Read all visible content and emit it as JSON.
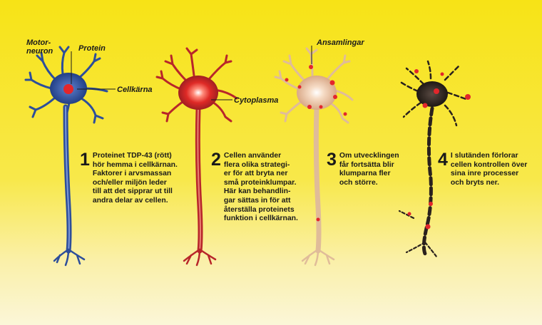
{
  "labels": {
    "motorneuron": "Motor-\nneuron",
    "protein": "Protein",
    "cellkarna": "Cellkärna",
    "cytoplasma": "Cytoplasma",
    "ansamlingar": "Ansamlingar"
  },
  "steps": [
    {
      "number": "1",
      "text": "Proteinet TDP-43 (rött)\nhör hemma i cellkärnan.\nFaktorer i arvsmassan\noch/eller miljön leder\ntill att det sipprar ut till\nandra delar av cellen."
    },
    {
      "number": "2",
      "text": "Cellen använder\nflera olika strategi-\ner för att bryta ner\nsmå proteinklumpar.\nHär kan behandlin-\ngar sättas in för att\nåterställa proteinets\nfunktion i cellkärnan."
    },
    {
      "number": "3",
      "text": "Om utvecklingen\nfår fortsätta blir\nklumparna fler\noch större."
    },
    {
      "number": "4",
      "text": "I slutänden förlorar\ncellen kontrollen över\nsina inre processer\noch bryts ner."
    }
  ],
  "colors": {
    "background": "#f7e316",
    "neuron1": "#2d4e9a",
    "neuron2": "#b8262a",
    "neuron3": "#e8c7a6",
    "neuron4": "#2a211d",
    "protein": "#e3262b"
  }
}
